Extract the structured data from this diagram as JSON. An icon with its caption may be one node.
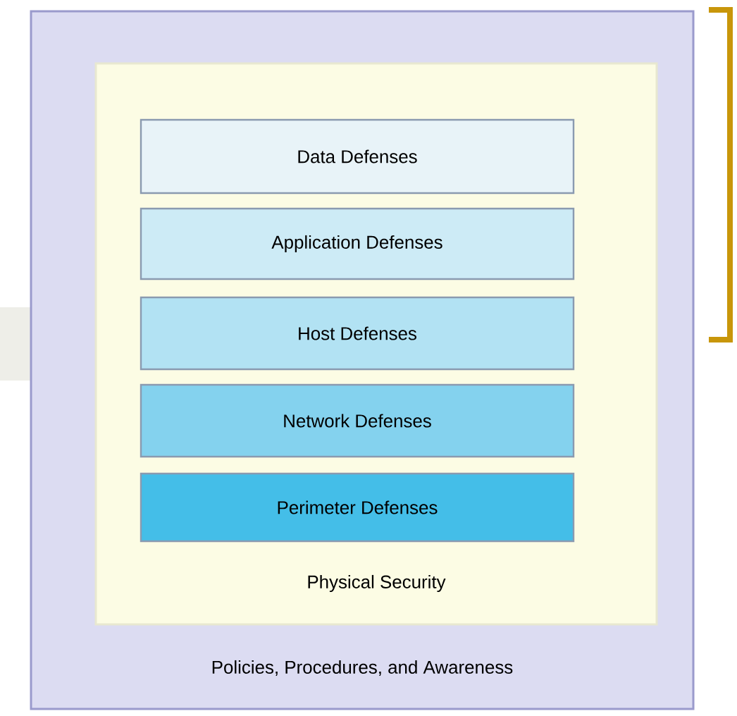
{
  "diagram": {
    "nodes": [
      {
        "text": [
          "Policies, Procedures, and Awareness"
        ]
      },
      {
        "text": [
          "Physical Security"
        ],
        "in": 0
      },
      {
        "text": [
          "Data Defenses"
        ],
        "in": 1
      },
      {
        "text": [
          "Application Defenses"
        ],
        "in": 1
      },
      {
        "text": [
          "Host Defenses"
        ],
        "in": 1
      },
      {
        "text": [
          "Network Defenses"
        ],
        "in": 1
      },
      {
        "text": [
          "Perimeter Defenses"
        ],
        "in": 1
      }
    ]
  }
}
